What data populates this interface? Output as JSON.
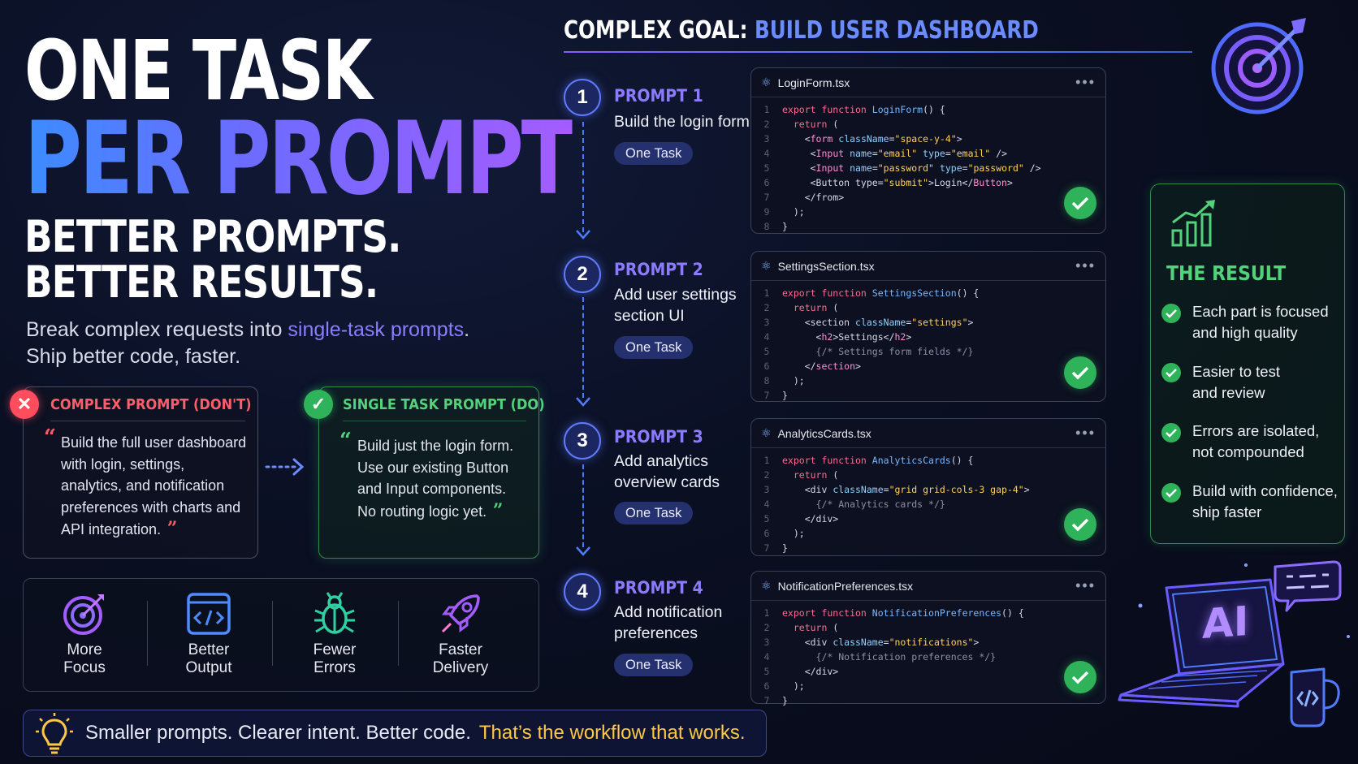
{
  "headline": {
    "line1": "ONE TASK",
    "line2": "PER PROMPT",
    "line3": "BETTER PROMPTS.",
    "line4": "BETTER RESULTS."
  },
  "subtitle": {
    "pre": "Break complex requests into ",
    "highlight": "single-task prompts",
    "post": ".",
    "line2": "Ship better code, faster."
  },
  "dont_card": {
    "title": "COMPLEX PROMPT (DON'T)",
    "quote": "Build the full user dashboard with login, settings, analytics, and notification preferences with charts and API integration."
  },
  "do_card": {
    "title": "SINGLE TASK PROMPT (DO)",
    "quote": "Build just the login form. Use our existing Button and Input components. No routing logic yet."
  },
  "benefits": [
    {
      "label1": "More",
      "label2": "Focus",
      "icon": "target-icon"
    },
    {
      "label1": "Better",
      "label2": "Output",
      "icon": "code-window-icon"
    },
    {
      "label1": "Fewer",
      "label2": "Errors",
      "icon": "bug-icon"
    },
    {
      "label1": "Faster",
      "label2": "Delivery",
      "icon": "rocket-icon"
    }
  ],
  "footer": {
    "text": "Smaller prompts. Clearer intent. Better code.",
    "highlight": "That’s the workflow that works."
  },
  "goal": {
    "prefix": "COMPLEX GOAL: ",
    "title": "BUILD USER DASHBOARD"
  },
  "prompts": [
    {
      "num": "1",
      "label": "PROMPT 1",
      "desc1": "Build the login form",
      "desc2": "",
      "tag": "One Task",
      "file": "LoginForm.tsx"
    },
    {
      "num": "2",
      "label": "PROMPT 2",
      "desc1": "Add user settings",
      "desc2": "section UI",
      "tag": "One Task",
      "file": "SettingsSection.tsx"
    },
    {
      "num": "3",
      "label": "PROMPT 3",
      "desc1": "Add analytics",
      "desc2": "overview cards",
      "tag": "One Task",
      "file": "AnalyticsCards.tsx"
    },
    {
      "num": "4",
      "label": "PROMPT 4",
      "desc1": "Add notification",
      "desc2": "preferences",
      "tag": "One Task",
      "file": "NotificationPreferences.tsx"
    }
  ],
  "result": {
    "title": "THE RESULT",
    "items": [
      {
        "l1": "Each part is focused",
        "l2": "and high quality"
      },
      {
        "l1": "Easier to test",
        "l2": "and review"
      },
      {
        "l1": "Errors are isolated,",
        "l2": "not compounded"
      },
      {
        "l1": "Build with confidence,",
        "l2": "ship faster"
      }
    ]
  },
  "illustration": {
    "screen_text": "AI"
  },
  "colors": {
    "accent": "#6a8cff",
    "purple": "#8c7bff",
    "green": "#2fb35a",
    "red": "#ff4d5e",
    "yellow": "#ffc844"
  }
}
